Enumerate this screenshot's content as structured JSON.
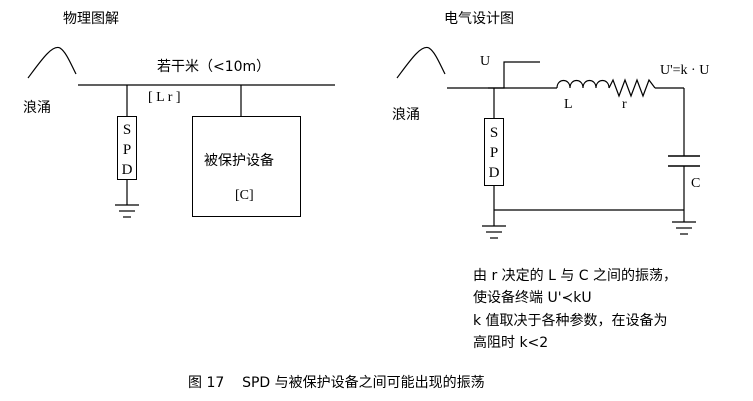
{
  "left_panel": {
    "title": "物理图解",
    "surge_label": "浪涌",
    "distance_label": "若干米（<10m）",
    "line_param_label": "[ L r ]",
    "spd_label": [
      "S",
      "P",
      "D"
    ],
    "device_label": "被保护设备",
    "device_param": "[C]"
  },
  "right_panel": {
    "title": "电气设计图",
    "surge_label": "浪涌",
    "u_label": "U",
    "u_prime_label": "U'=k · U",
    "l_label": "L",
    "r_label": "r",
    "c_label": "C",
    "spd_label": [
      "S",
      "P",
      "D"
    ]
  },
  "explanation": {
    "line1": "由 r 决定的 L 与 C 之间的振荡，",
    "line2": "使设备终端 U'≺kU",
    "line3": "k 值取决于各种参数，在设备为",
    "line4": "高阻时 k<2"
  },
  "caption": "图 17    SPD 与被保护设备之间可能出现的振荡"
}
